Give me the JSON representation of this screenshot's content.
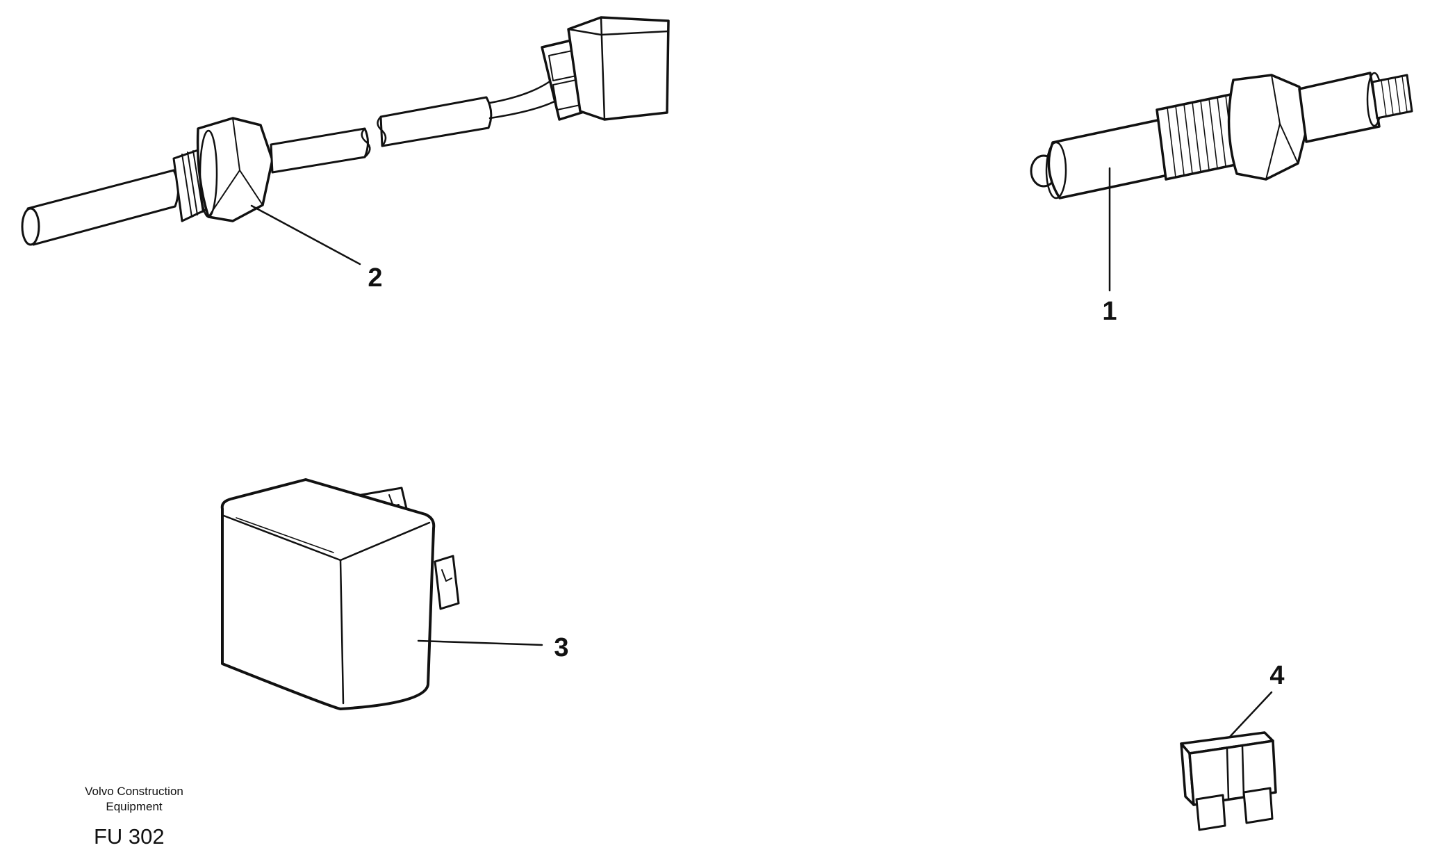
{
  "parts": [
    {
      "id": "part-1",
      "callout": "1"
    },
    {
      "id": "part-2",
      "callout": "2"
    },
    {
      "id": "part-3",
      "callout": "3"
    },
    {
      "id": "part-4",
      "callout": "4"
    }
  ],
  "footer": {
    "company_line1": "Volvo Construction",
    "company_line2": "Equipment",
    "figure_code": "FU 302"
  },
  "colors": {
    "ink": "#111111",
    "paper": "#ffffff"
  }
}
